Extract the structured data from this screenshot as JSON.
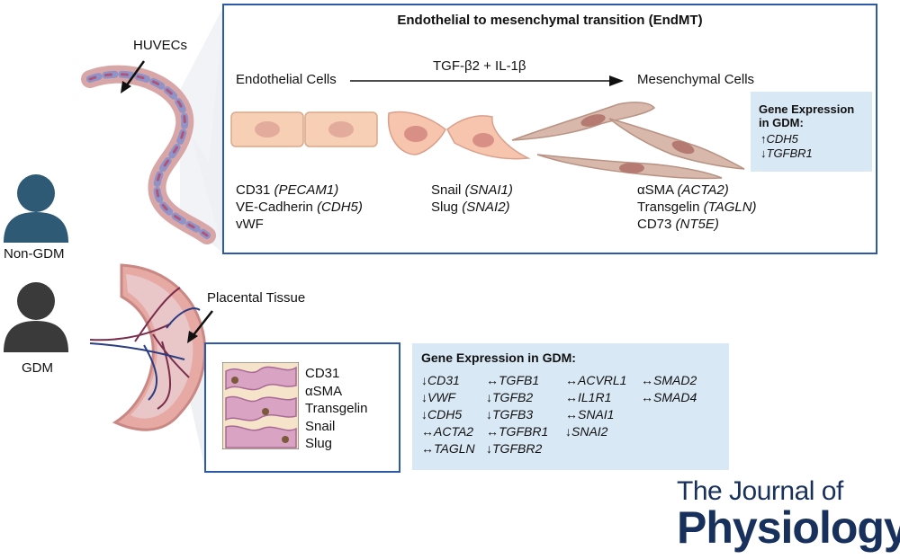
{
  "endmt": {
    "title": "Endothelial to mesenchymal transition (EndMT)",
    "left_label": "Endothelial Cells",
    "arrow_label": "TGF-β2 + IL-1β",
    "right_label": "Mesenchymal Cells"
  },
  "endothelial_markers": [
    {
      "name": "CD31",
      "gene": "(PECAM1)"
    },
    {
      "name": "VE-Cadherin",
      "gene": "(CDH5)"
    },
    {
      "name": "vWF",
      "gene": ""
    }
  ],
  "transition_markers": [
    {
      "name": "Snail",
      "gene": "(SNAI1)"
    },
    {
      "name": "Slug",
      "gene": "(SNAI2)"
    }
  ],
  "mesenchymal_markers": [
    {
      "name": "αSMA",
      "gene": "(ACTA2)"
    },
    {
      "name": "Transgelin",
      "gene": "(TAGLN)"
    },
    {
      "name": "CD73",
      "gene": "(NT5E)"
    }
  ],
  "huvec_gdm": {
    "title_line1": "Gene Expression",
    "title_line2": "in GDM:",
    "genes": [
      "↑CDH5",
      "↓TGFBR1"
    ]
  },
  "labels": {
    "huvecs": "HUVECs",
    "non_gdm": "Non-GDM",
    "gdm": "GDM",
    "placental_tissue": "Placental Tissue"
  },
  "tissue_markers": [
    "CD31",
    "αSMA",
    "Transgelin",
    "Snail",
    "Slug"
  ],
  "placenta_gdm": {
    "title": "Gene Expression in GDM:",
    "columns": [
      [
        "↓CD31",
        "↓VWF",
        "↓CDH5",
        "↔ACTA2",
        "↔TAGLN"
      ],
      [
        "↔TGFB1",
        "↓TGFB2",
        "↓TGFB3",
        "↔TGFBR1",
        "↓TGFBR2"
      ],
      [
        "↔ACVRL1",
        "↔IL1R1",
        "↔SNAI1",
        "↓SNAI2"
      ],
      [
        "↔SMAD2",
        "↔SMAD4"
      ]
    ]
  },
  "journal": {
    "line1": "The Journal of",
    "line2": "Physiology"
  },
  "colors": {
    "box_border": "#2d5aa8",
    "panel_bg": "#d9e8f5",
    "person_non_gdm": "#2e5a76",
    "person_gdm": "#3a3a3a",
    "journal": "#17305c"
  }
}
